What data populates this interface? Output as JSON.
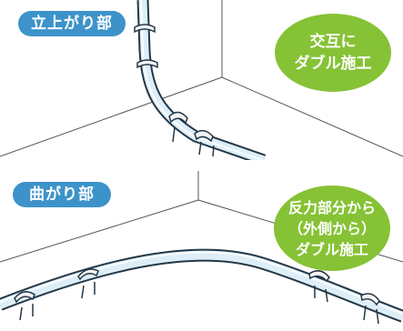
{
  "panels": [
    {
      "tag": "立上がり部",
      "badge_lines": [
        "交互に",
        "ダブル施工"
      ]
    },
    {
      "tag": "曲がり部",
      "badge_lines": [
        "反力部分から",
        "（外側から）",
        "ダブル施工"
      ]
    }
  ],
  "colors": {
    "tag_bg": "#3d93c9",
    "badge_bg": "#86c235",
    "pipe_fill": "#ddeef8",
    "pipe_outline": "#243746",
    "wall_line": "#555555"
  }
}
